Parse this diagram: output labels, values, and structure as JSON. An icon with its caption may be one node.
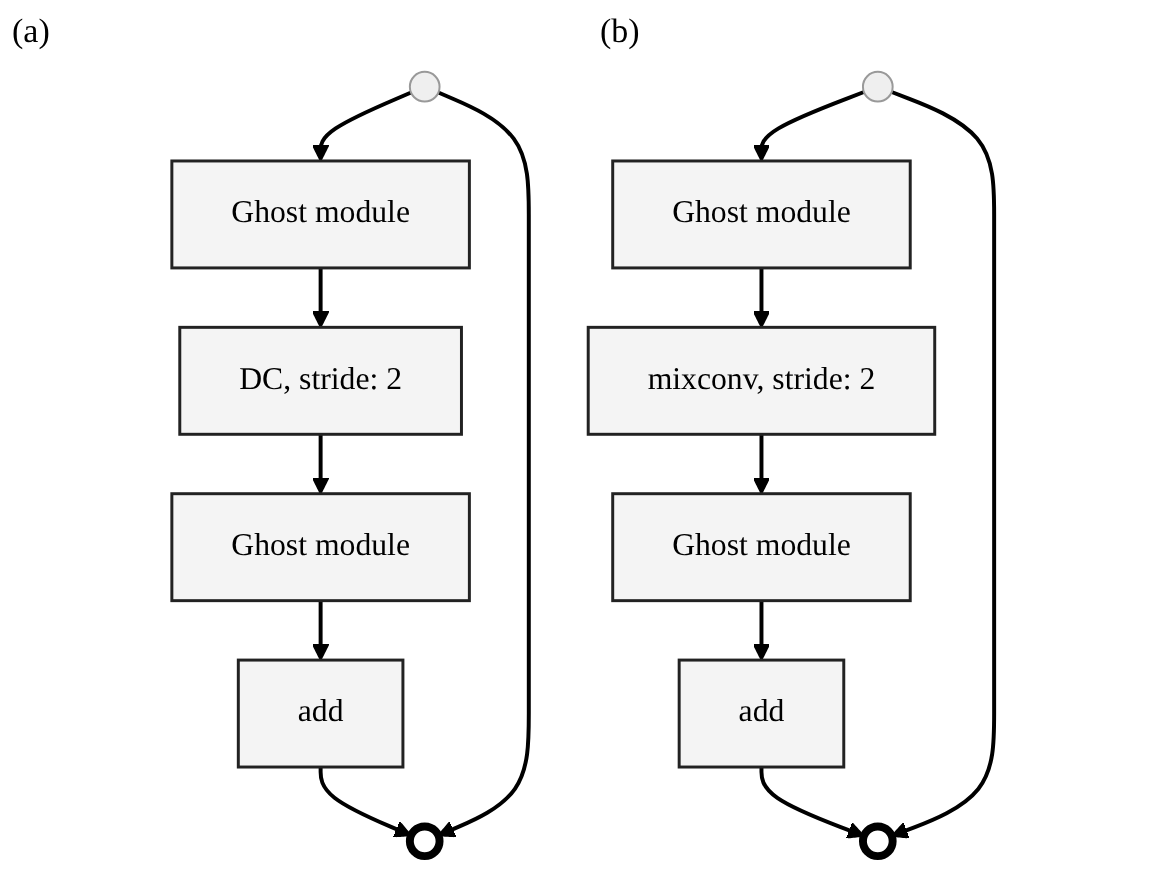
{
  "diagram": {
    "nodes": [
      {
        "text": [],
        "shape": "circle"
      },
      {
        "text": [
          "Ghost module"
        ]
      },
      {
        "text": [
          "DC, stride: 2"
        ]
      },
      {
        "text": [
          "Ghost module"
        ]
      },
      {
        "text": [
          "add"
        ]
      },
      {
        "text": [],
        "shape": "circle"
      },
      {
        "text": [],
        "shape": "circle"
      },
      {
        "text": [
          "Ghost module"
        ]
      },
      {
        "text": [
          "mixconv, stride: 2"
        ]
      },
      {
        "text": [
          "Ghost module"
        ]
      },
      {
        "text": [
          "add"
        ]
      },
      {
        "text": [],
        "shape": "circle"
      }
    ],
    "edges": [
      {
        "from": 0,
        "to": 1,
        "arrow": "to"
      },
      {
        "from": 1,
        "to": 2,
        "arrow": "to"
      },
      {
        "from": 2,
        "to": 3,
        "arrow": "to"
      },
      {
        "from": 3,
        "to": 4,
        "arrow": "to"
      },
      {
        "from": 4,
        "to": 5,
        "arrow": "to"
      },
      {
        "from": 0,
        "to": 5,
        "arrow": "to"
      },
      {
        "from": 6,
        "to": 7,
        "arrow": "to"
      },
      {
        "from": 7,
        "to": 8,
        "arrow": "to"
      },
      {
        "from": 8,
        "to": 9,
        "arrow": "to"
      },
      {
        "from": 9,
        "to": 10,
        "arrow": "to"
      },
      {
        "from": 10,
        "to": 11,
        "arrow": "to"
      },
      {
        "from": 6,
        "to": 11,
        "arrow": "to"
      }
    ],
    "labels": [
      "(a)",
      "(b)"
    ]
  }
}
